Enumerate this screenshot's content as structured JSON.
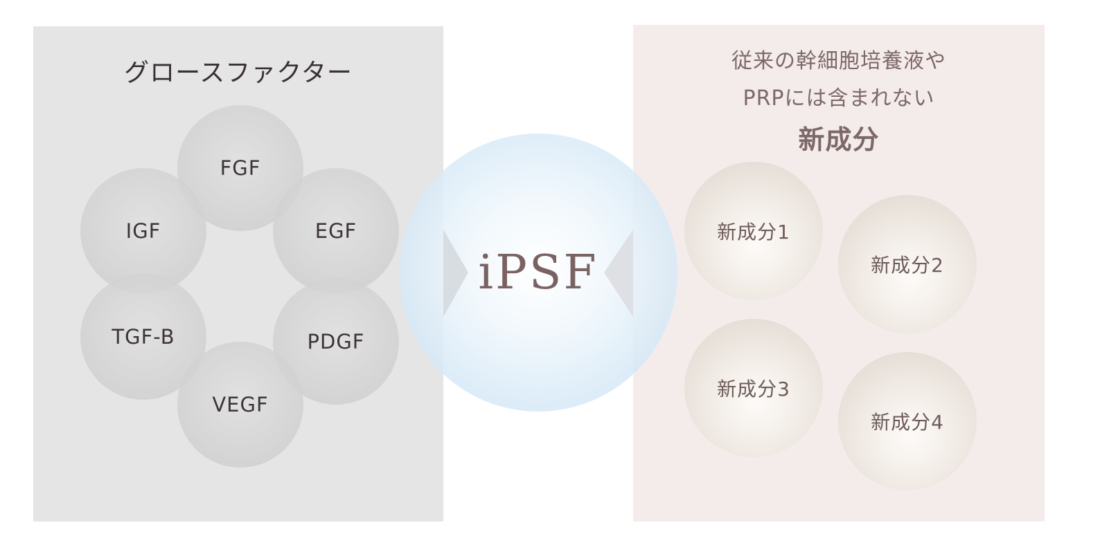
{
  "left_panel": {
    "title": "グロースファクター",
    "factors": [
      {
        "label": "FGF"
      },
      {
        "label": "IGF"
      },
      {
        "label": "EGF"
      },
      {
        "label": "TGF-B"
      },
      {
        "label": "PDGF"
      },
      {
        "label": "VEGF"
      }
    ]
  },
  "center": {
    "label": "iPSF"
  },
  "right_panel": {
    "title_line1": "従来の幹細胞培養液や",
    "title_line2": "PRPには含まれない",
    "title_line3": "新成分",
    "components": [
      {
        "label": "新成分1"
      },
      {
        "label": "新成分2"
      },
      {
        "label": "新成分3"
      },
      {
        "label": "新成分4"
      }
    ]
  },
  "colors": {
    "left_bg": "#e5e5e5",
    "right_bg": "#f4ecea",
    "sphere_blue": "#d6e9f7",
    "text_dark": "#3a3232",
    "text_brown": "#7d6868"
  }
}
